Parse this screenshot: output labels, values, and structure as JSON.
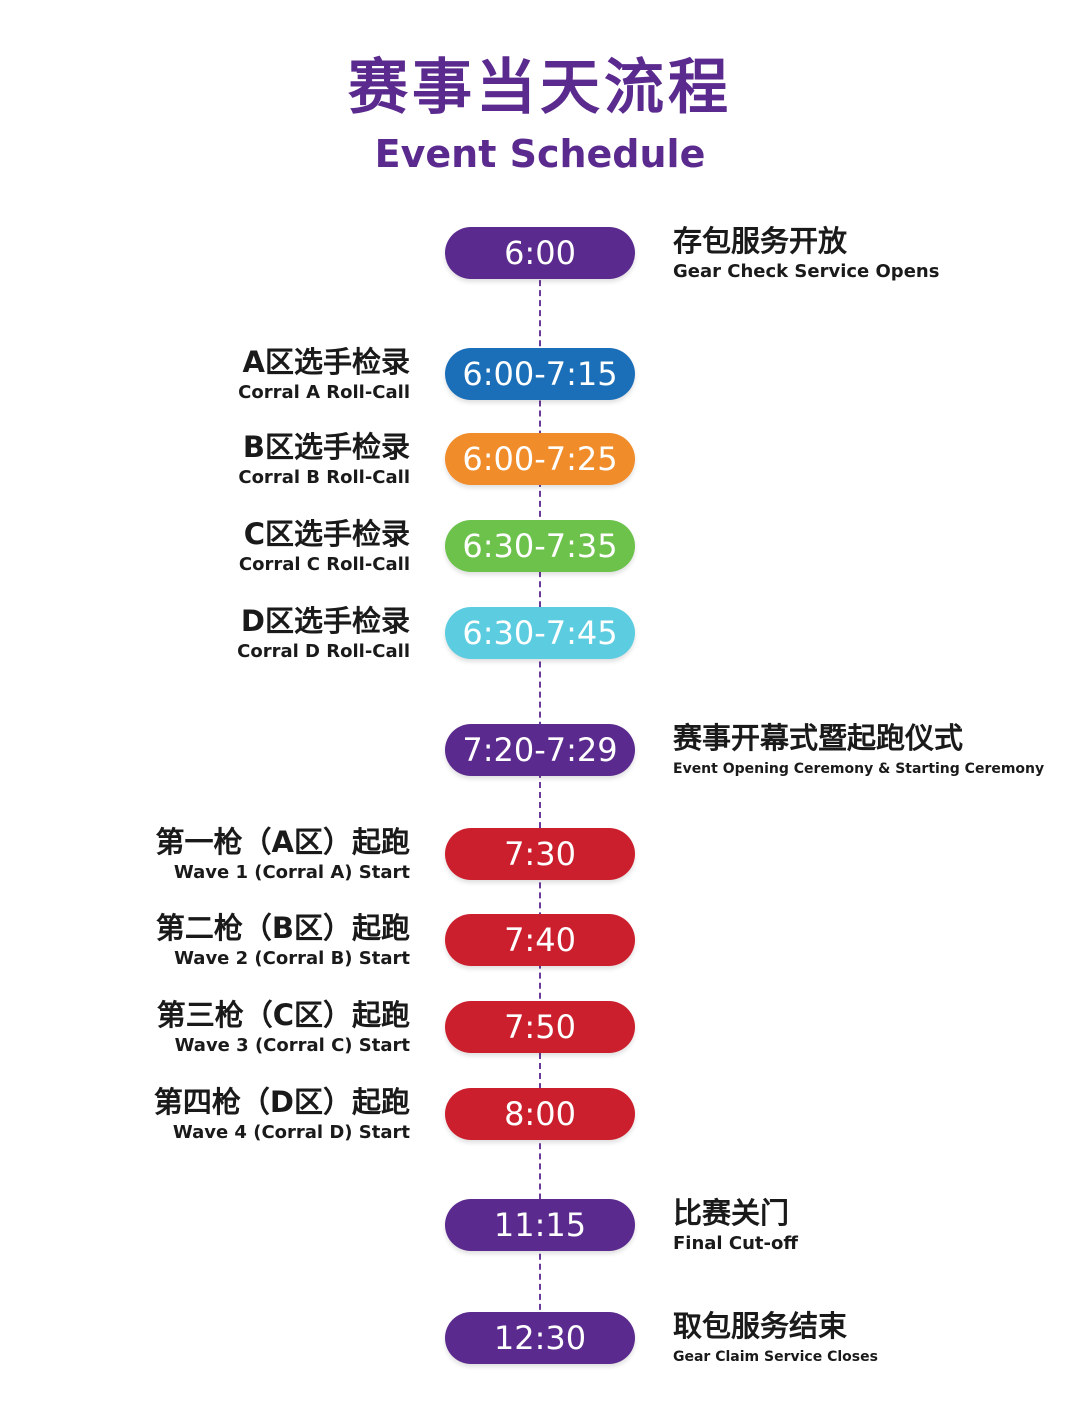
{
  "header": {
    "title_cn": "赛事当天流程",
    "title_en": "Event Schedule"
  },
  "colors": {
    "purple": "#5b2a8e",
    "blue": "#1a6fb8",
    "orange": "#f08c2a",
    "green": "#6cc24a",
    "cyan": "#5ccde0",
    "red": "#cc1f2d"
  },
  "events": [
    {
      "time": "6:00",
      "color": "#5b2a8e",
      "side": "right",
      "cn": "存包服务开放",
      "en": "Gear Check Service Opens"
    },
    {
      "time": "6:00-7:15",
      "color": "#1a6fb8",
      "side": "left",
      "cn": "A区选手检录",
      "en": "Corral A Roll-Call"
    },
    {
      "time": "6:00-7:25",
      "color": "#f08c2a",
      "side": "left",
      "cn": "B区选手检录",
      "en": "Corral B Roll-Call"
    },
    {
      "time": "6:30-7:35",
      "color": "#6cc24a",
      "side": "left",
      "cn": "C区选手检录",
      "en": "Corral C Roll-Call"
    },
    {
      "time": "6:30-7:45",
      "color": "#5ccde0",
      "side": "left",
      "cn": "D区选手检录",
      "en": "Corral D Roll-Call"
    },
    {
      "time": "7:20-7:29",
      "color": "#5b2a8e",
      "side": "right",
      "cn": "赛事开幕式暨起跑仪式",
      "en": "Event Opening Ceremony & Starting Ceremony"
    },
    {
      "time": "7:30",
      "color": "#cc1f2d",
      "side": "left",
      "cn": "第一枪（A区）起跑",
      "en": "Wave 1 (Corral A) Start"
    },
    {
      "time": "7:40",
      "color": "#cc1f2d",
      "side": "left",
      "cn": "第二枪（B区）起跑",
      "en": "Wave 2 (Corral B) Start"
    },
    {
      "time": "7:50",
      "color": "#cc1f2d",
      "side": "left",
      "cn": "第三枪（C区）起跑",
      "en": "Wave 3 (Corral C) Start"
    },
    {
      "time": "8:00",
      "color": "#cc1f2d",
      "side": "left",
      "cn": "第四枪（D区）起跑",
      "en": "Wave 4 (Corral D) Start"
    },
    {
      "time": "11:15",
      "color": "#5b2a8e",
      "side": "right",
      "cn": "比赛关门",
      "en": "Final Cut-off"
    },
    {
      "time": "12:30",
      "color": "#5b2a8e",
      "side": "right",
      "cn": "取包服务结束",
      "en": "Gear Claim Service Closes"
    }
  ]
}
